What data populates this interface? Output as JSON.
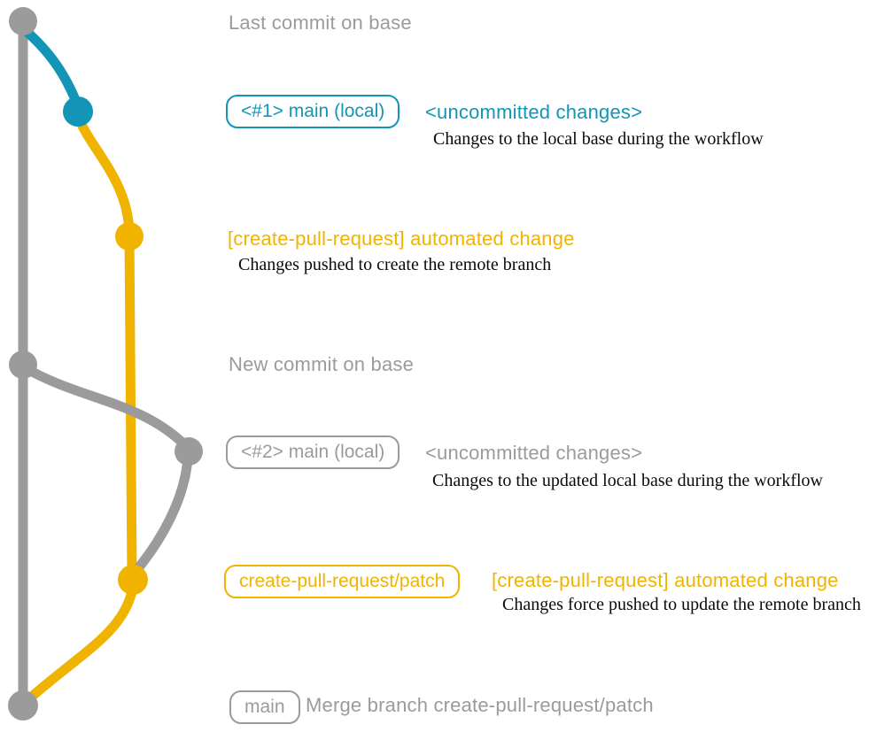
{
  "colors": {
    "gray": "#9b9b9b",
    "teal": "#1295b6",
    "yellow": "#f0b400",
    "ink": "#0a0a0a"
  },
  "sections": {
    "last_commit": {
      "label": "Last commit on base"
    },
    "local_main_1": {
      "badge": "<#1> main (local)",
      "title": "<uncommitted changes>",
      "description": "Changes to the local base during the workflow"
    },
    "automated_change_1": {
      "title": "[create-pull-request] automated change",
      "description": "Changes pushed to create the remote branch"
    },
    "new_commit": {
      "label": "New commit on base"
    },
    "local_main_2": {
      "badge": "<#2> main (local)",
      "title": "<uncommitted changes>",
      "description": "Changes to the updated local base during the workflow"
    },
    "patch_branch": {
      "badge": "create-pull-request/patch",
      "title": "[create-pull-request] automated change",
      "description": "Changes force pushed to update the remote branch"
    },
    "merge": {
      "badge": "main",
      "label": "Merge branch create-pull-request/patch"
    }
  }
}
